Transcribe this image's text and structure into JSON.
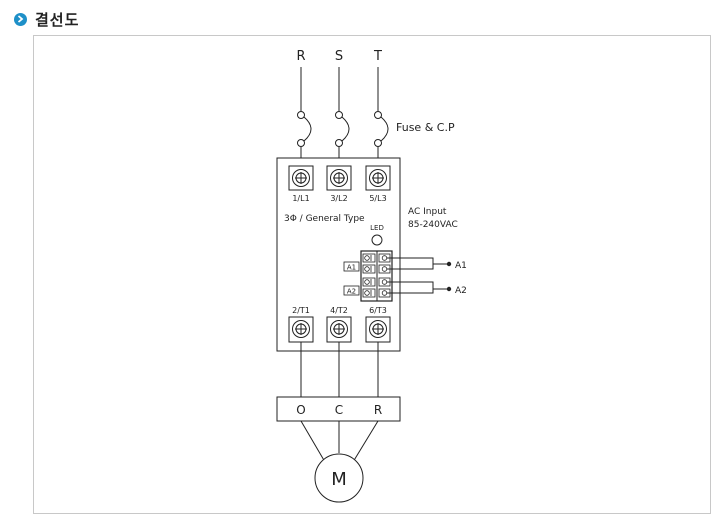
{
  "heading": {
    "title": "결선도",
    "icon": "chevron-right-circle-icon",
    "icon_color": "#1e90c8"
  },
  "diagram": {
    "supply_labels": [
      "R",
      "S",
      "T"
    ],
    "fuse_label": "Fuse & C.P",
    "input_terminals": [
      "1/L1",
      "3/L2",
      "5/L3"
    ],
    "type_label": "3Φ / General Type",
    "ac_input_label": "AC Input",
    "ac_voltage_label": "85-240VAC",
    "led_label": "LED",
    "control_terminals": [
      "A1",
      "A2"
    ],
    "output_terminals": [
      "2/T1",
      "4/T2",
      "6/T3"
    ],
    "motor_terminals": [
      "O",
      "C",
      "R"
    ],
    "motor_label": "M"
  }
}
